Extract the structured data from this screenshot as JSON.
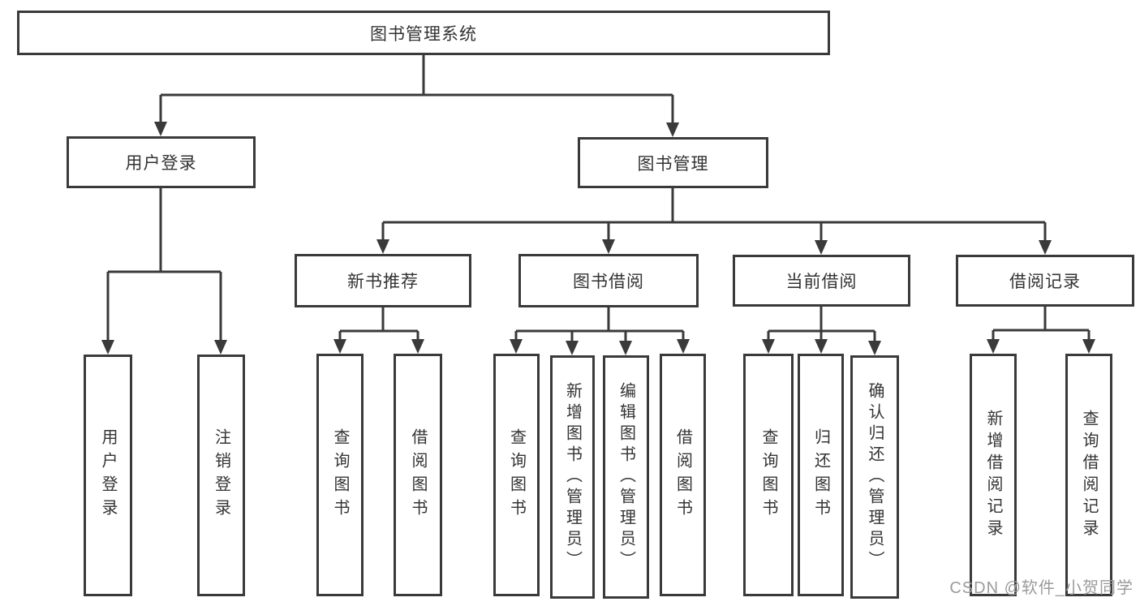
{
  "diagram": {
    "type": "hierarchy-diagram",
    "watermark": "CSDN @软件_小贺同学",
    "colors": {
      "line": "#3a3a3a",
      "box_border": "#3a3a3a",
      "box_fill": "#ffffff",
      "text": "#333333",
      "watermark": "#9b9b9b",
      "background": "#ffffff"
    }
  },
  "tree": {
    "root": {
      "label": "图书管理系统",
      "children": [
        {
          "label": "用户登录",
          "children": [
            {
              "label": "用户登录"
            },
            {
              "label": "注销登录"
            }
          ]
        },
        {
          "label": "图书管理",
          "children": [
            {
              "label": "新书推荐",
              "children": [
                {
                  "label": "查询图书"
                },
                {
                  "label": "借阅图书"
                }
              ]
            },
            {
              "label": "图书借阅",
              "children": [
                {
                  "label": "查询图书"
                },
                {
                  "label": "新增图书（管理员）"
                },
                {
                  "label": "编辑图书（管理员）"
                },
                {
                  "label": "借阅图书"
                }
              ]
            },
            {
              "label": "当前借阅",
              "children": [
                {
                  "label": "查询图书"
                },
                {
                  "label": "归还图书"
                },
                {
                  "label": "确认归还（管理员）"
                }
              ]
            },
            {
              "label": "借阅记录",
              "children": [
                {
                  "label": "新增借阅记录"
                },
                {
                  "label": "查询借阅记录"
                }
              ]
            }
          ]
        }
      ]
    }
  }
}
